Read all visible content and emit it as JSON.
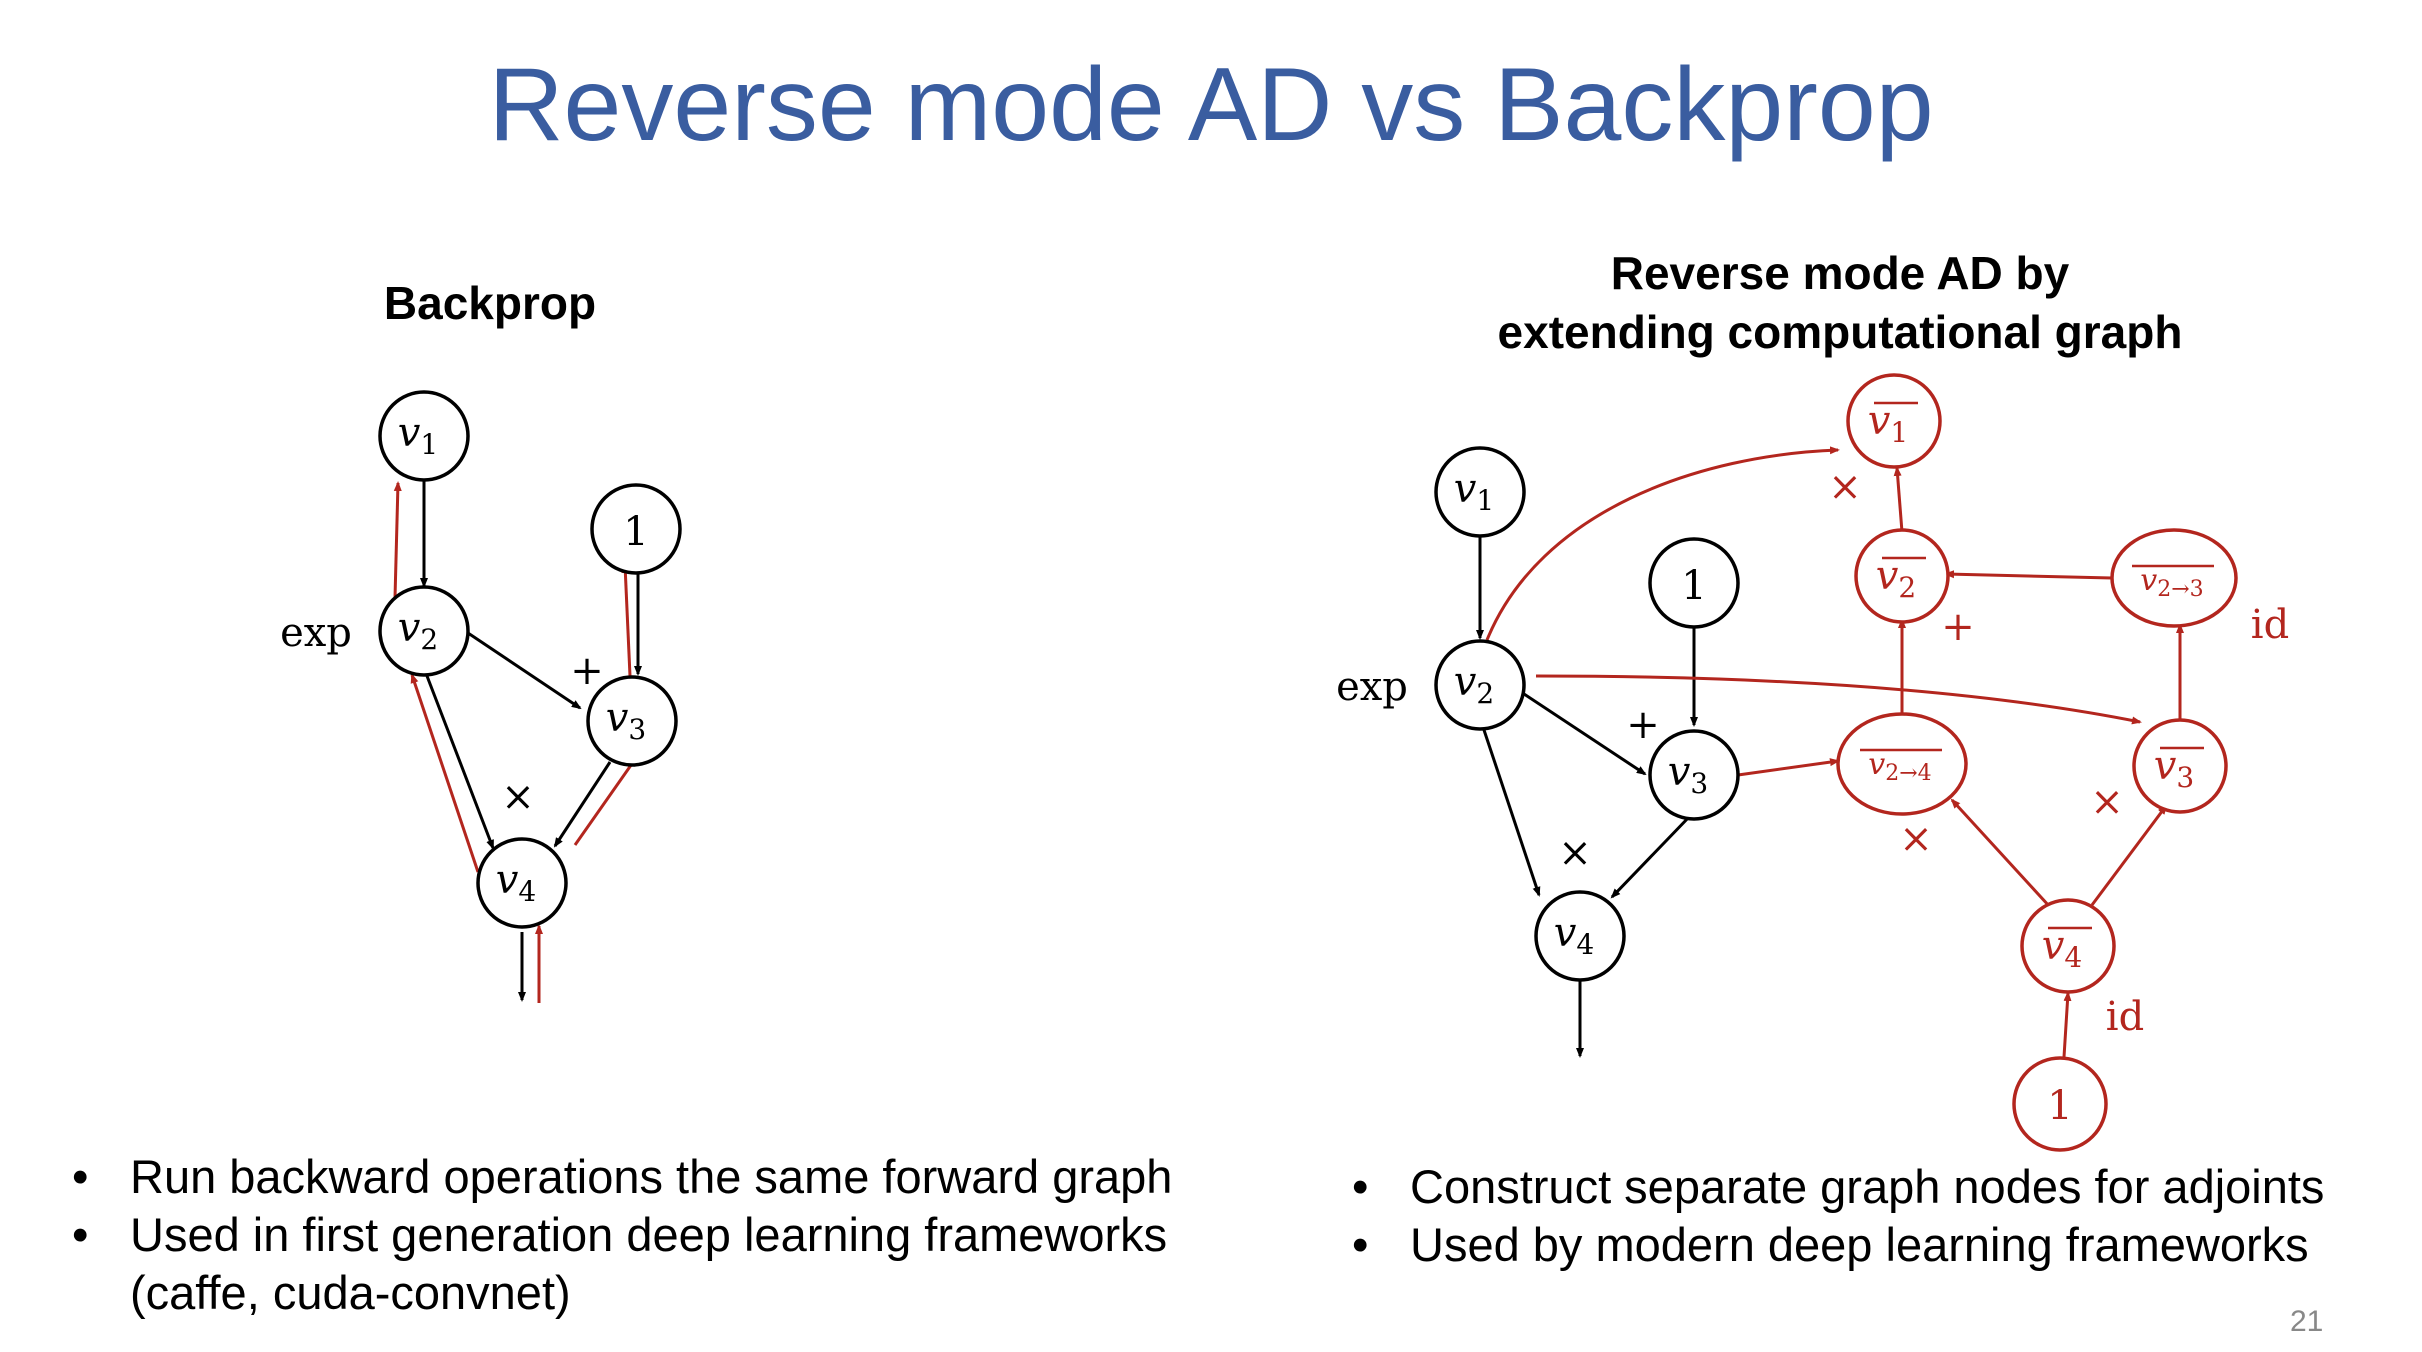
{
  "title": "Reverse mode AD vs Backprop",
  "left": {
    "heading": "Backprop",
    "nodes": {
      "v1": "v",
      "v1_sub": "1",
      "v2": "v",
      "v2_sub": "2",
      "v3": "v",
      "v3_sub": "3",
      "v4": "v",
      "v4_sub": "4",
      "one": "1"
    },
    "ops": {
      "exp": "exp",
      "plus": "+",
      "times": "×"
    },
    "bullets": [
      "Run backward operations the same forward graph",
      "Used in first generation deep learning frameworks (caffe, cuda-convnet)"
    ]
  },
  "right": {
    "heading": "Reverse mode AD by\nextending computational graph",
    "forward_nodes": {
      "v1": "v",
      "v1_sub": "1",
      "v2": "v",
      "v2_sub": "2",
      "v3": "v",
      "v3_sub": "3",
      "v4": "v",
      "v4_sub": "4",
      "one": "1"
    },
    "forward_ops": {
      "exp": "exp",
      "plus": "+",
      "times": "×"
    },
    "adjoint_nodes": {
      "v1_bar": "v",
      "v1_bar_sub": "1",
      "v2_bar": "v",
      "v2_bar_sub": "2",
      "v2to3_bar": "v",
      "v2to3_bar_sub": "2→3",
      "v2to4_bar": "v",
      "v2to4_bar_sub": "2→4",
      "v3_bar": "v",
      "v3_bar_sub": "3",
      "v4_bar": "v",
      "v4_bar_sub": "4",
      "one": "1"
    },
    "adjoint_ops": {
      "times_v1": "×",
      "plus_v2": "+",
      "id_v2to3": "id",
      "times_v2to4": "×",
      "times_v3": "×",
      "id_v4": "id"
    },
    "bullets": [
      "Construct separate graph nodes for adjoints",
      "Used by modern deep learning frameworks"
    ]
  },
  "page_number": "21",
  "colors": {
    "title": "#3a5da0",
    "forward": "#000000",
    "adjoint": "#b3261e",
    "page_number": "#888888"
  }
}
